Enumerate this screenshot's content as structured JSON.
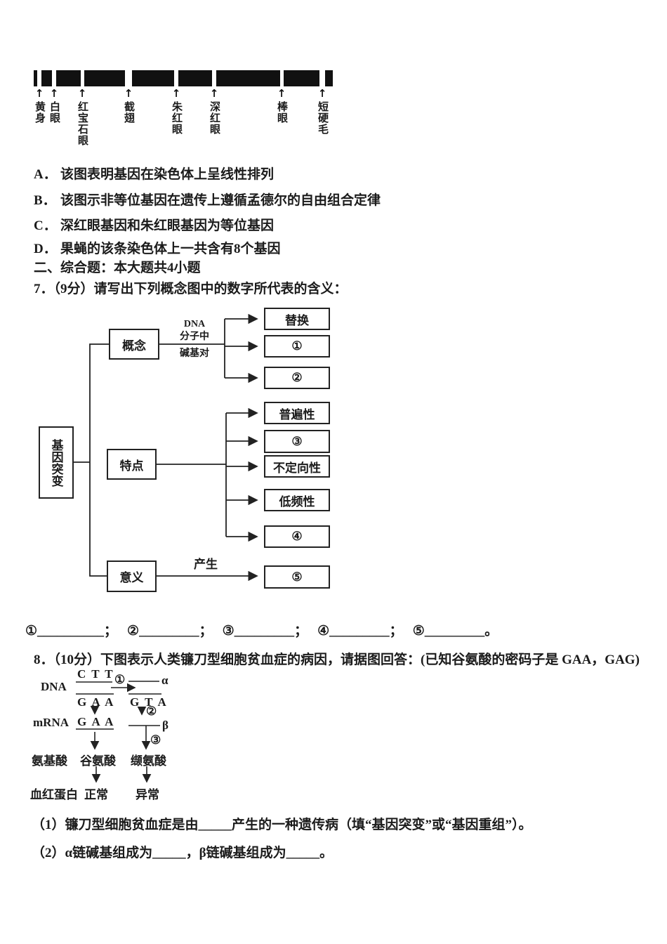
{
  "q6": {
    "figure": {
      "gene_labels": [
        "黄身",
        "白眼",
        "红宝石眼",
        "截翅",
        "朱红眼",
        "深红眼",
        "棒眼",
        "短硬毛"
      ]
    },
    "options": [
      {
        "key": "A．",
        "text": "该图表明基因在染色体上呈线性排列"
      },
      {
        "key": "B．",
        "text": "该图示非等位基因在遗传上遵循孟德尔的自由组合定律"
      },
      {
        "key": "C．",
        "text": "深红眼基因和朱红眼基因为等位基因"
      },
      {
        "key": "D．",
        "text": "果蝇的该条染色体上一共含有8个基因"
      }
    ]
  },
  "section2": {
    "header": "二、综合题：本大题共4小题"
  },
  "q7": {
    "stem": "7．（9分）请写出下列概念图中的数字所代表的含义：",
    "concept_map": {
      "root": "基因突变",
      "concept_node": "概念",
      "feature_node": "特点",
      "meaning_node": "意义",
      "concept_edge_label_lines": [
        "DNA",
        "分子中",
        "碱基对"
      ],
      "concept_children": [
        "替换",
        "①",
        "②"
      ],
      "feature_children": [
        "普遍性",
        "③",
        "不定向性",
        "低频性",
        "④"
      ],
      "meaning_edge_label": "产生",
      "meaning_child": "⑤"
    },
    "answer_parts": [
      "①__________；",
      "②_________；",
      "③_________；",
      "④_________；",
      "⑤_________。"
    ]
  },
  "q8": {
    "stem": "8．（10分）下图表示人类镰刀型细胞贫血症的病因，请据图回答：(已知谷氨酸的密码子是 GAA，GAG)",
    "diagram": {
      "row_labels": [
        "DNA",
        "mRNA",
        "氨基酸",
        "血红蛋白"
      ],
      "left_column": {
        "dna_coding": "C T T",
        "dna_template": "G A A",
        "mrna": "G A A",
        "amino_acid": "谷氨酸",
        "hemoglobin": "正常"
      },
      "right_column": {
        "alpha": "α",
        "dna": "G T A",
        "beta": "β",
        "amino_acid": "缬氨酸",
        "hemoglobin": "异常"
      },
      "steps": [
        "①",
        "②",
        "③"
      ]
    },
    "sub_questions": [
      "（1）镰刀型细胞贫血症是由_____产生的一种遗传病（填“基因突变”或“基因重组”）。",
      "（2）α链碱基组成为_____，β链碱基组成为_____。"
    ]
  }
}
